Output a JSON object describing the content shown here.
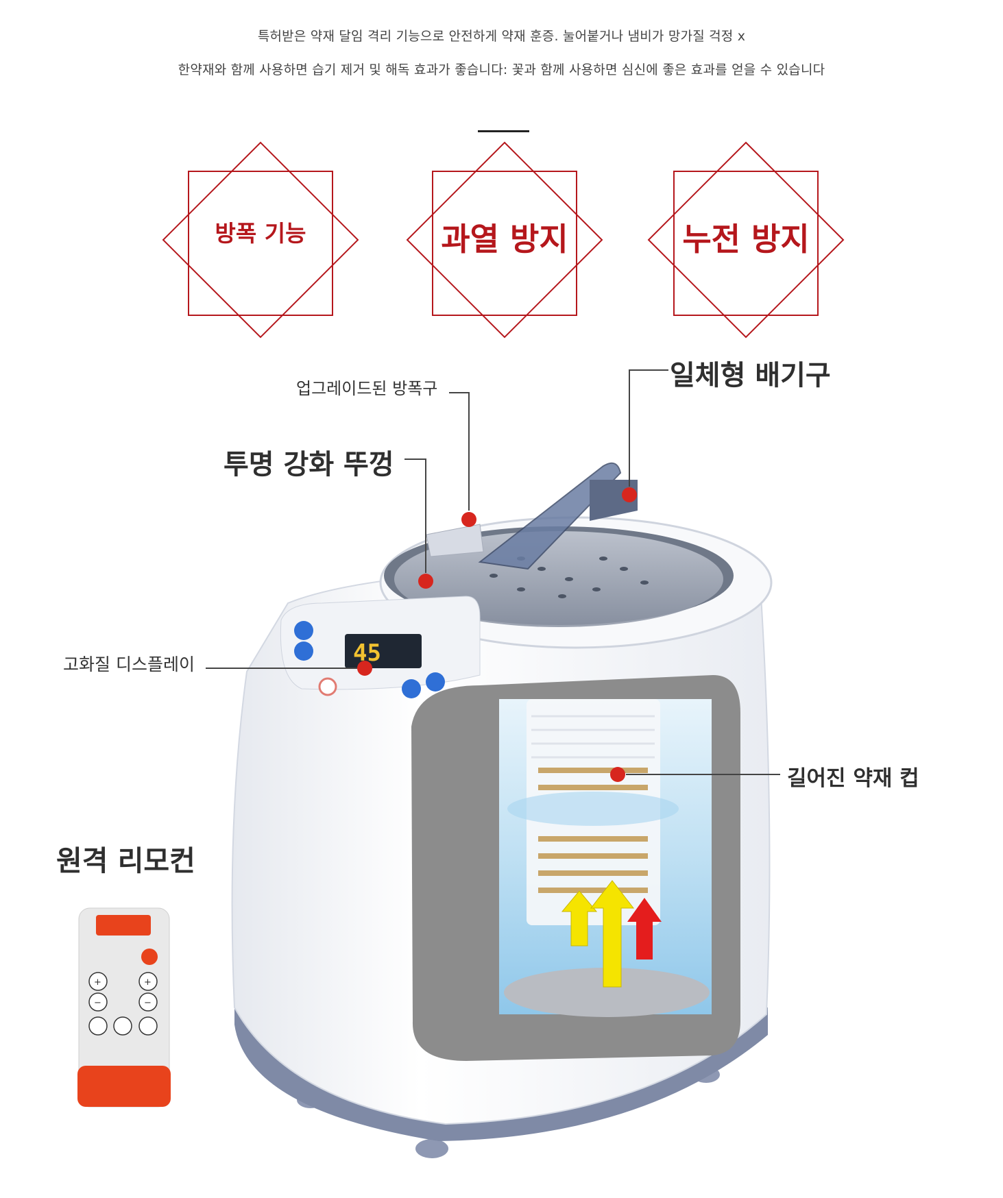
{
  "intro": {
    "line1": "특허받은 약재 달임 격리 기능으로 안전하게 약재 훈증. 눌어붙거나 냄비가 망가질 걱정 x",
    "line2": "한약재와 함께 사용하면 습기 제거 및 해독 효과가 좋습니다: 꽃과 함께 사용하면 심신에 좋은 효과를 얻을 수 있습니다"
  },
  "features": [
    {
      "label": "방폭 기능"
    },
    {
      "label": "과열 방지"
    },
    {
      "label": "누전 방지"
    }
  ],
  "callouts": {
    "explosion_vent": "업그레이드된 방폭구",
    "exhaust": "일체형 배기구",
    "lid": "투명 강화 뚜껑",
    "display": "고화질 디스플레이",
    "herb_cup": "길어진 약재 컵",
    "remote": "원격 리모컨"
  },
  "display_reading": "45",
  "colors": {
    "accent_red": "#b5171c",
    "marker_red": "#d7261e",
    "body_white": "#f4f6f9",
    "base_blue_gray": "#7f8aa6",
    "window_gray": "#8c8c8c",
    "button_blue": "#2f6fd6",
    "remote_orange": "#e8431c"
  }
}
